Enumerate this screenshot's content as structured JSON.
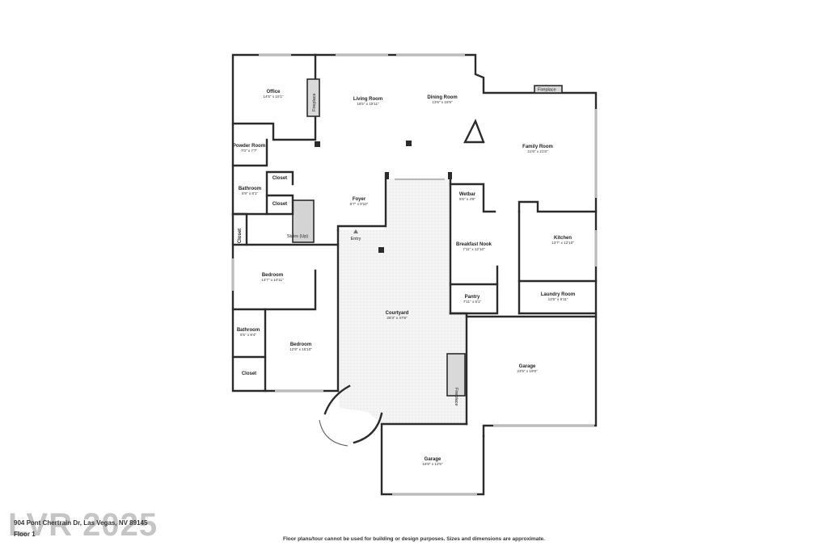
{
  "rooms": {
    "office": {
      "name": "Office",
      "dim": "14'5\" x 15'1\""
    },
    "living_room": {
      "name": "Living Room",
      "dim": "16'5\" x 15'11\""
    },
    "dining_room": {
      "name": "Dining Room",
      "dim": "13'6\" x 15'9\""
    },
    "family_room": {
      "name": "Family Room",
      "dim": "21'6\" x 21'6\""
    },
    "powder_room": {
      "name": "Powder Room",
      "dim": "7'0\" x 7'7\""
    },
    "closet_1": {
      "name": "Closet"
    },
    "bathroom_1": {
      "name": "Bathroom",
      "dim": "5'9\" x 8'1\""
    },
    "closet_2": {
      "name": "Closet"
    },
    "foyer": {
      "name": "Foyer",
      "dim": "6'7\" x 9'10\""
    },
    "wetbar": {
      "name": "Wetbar",
      "dim": "5'6\" x 4'6\""
    },
    "closet_3": {
      "name": "Closet"
    },
    "stairs": {
      "name": "Stairs (Up)"
    },
    "entry": {
      "name": "Entry"
    },
    "breakfast_nook": {
      "name": "Breakfast Nook",
      "dim": "7'11\" x 12'10\""
    },
    "kitchen": {
      "name": "Kitchen",
      "dim": "13'7\" x 12'10\""
    },
    "bedroom_1": {
      "name": "Bedroom",
      "dim": "14'7\" x 10'11\""
    },
    "pantry": {
      "name": "Pantry",
      "dim": "7'11\" x 5'1\""
    },
    "laundry_room": {
      "name": "Laundry Room",
      "dim": "12'5\" x 5'11\""
    },
    "courtyard": {
      "name": "Courtyard",
      "dim": "26'3\" x 47'8\""
    },
    "bathroom_2": {
      "name": "Bathroom",
      "dim": "5'5\" x 8'4\""
    },
    "bedroom_2": {
      "name": "Bedroom",
      "dim": "12'9\" x 15'10\""
    },
    "garage_1": {
      "name": "Garage",
      "dim": "23'5\" x 19'9\""
    },
    "closet_4": {
      "name": "Closet"
    },
    "garage_2": {
      "name": "Garage",
      "dim": "16'8\" x 12'6\""
    }
  },
  "fireplaces": {
    "top": "Fireplace",
    "living": "Fireplace",
    "garage": "Fireplace"
  },
  "footer": {
    "address": "904 Pont Chertrain Dr, Las Vegas, NV 89145",
    "floor": "Floor 1",
    "disclaimer": "Floor plans/tour cannot be used for building or design purposes. Sizes and dimensions are approximate.",
    "watermark": "LVR 2025"
  }
}
